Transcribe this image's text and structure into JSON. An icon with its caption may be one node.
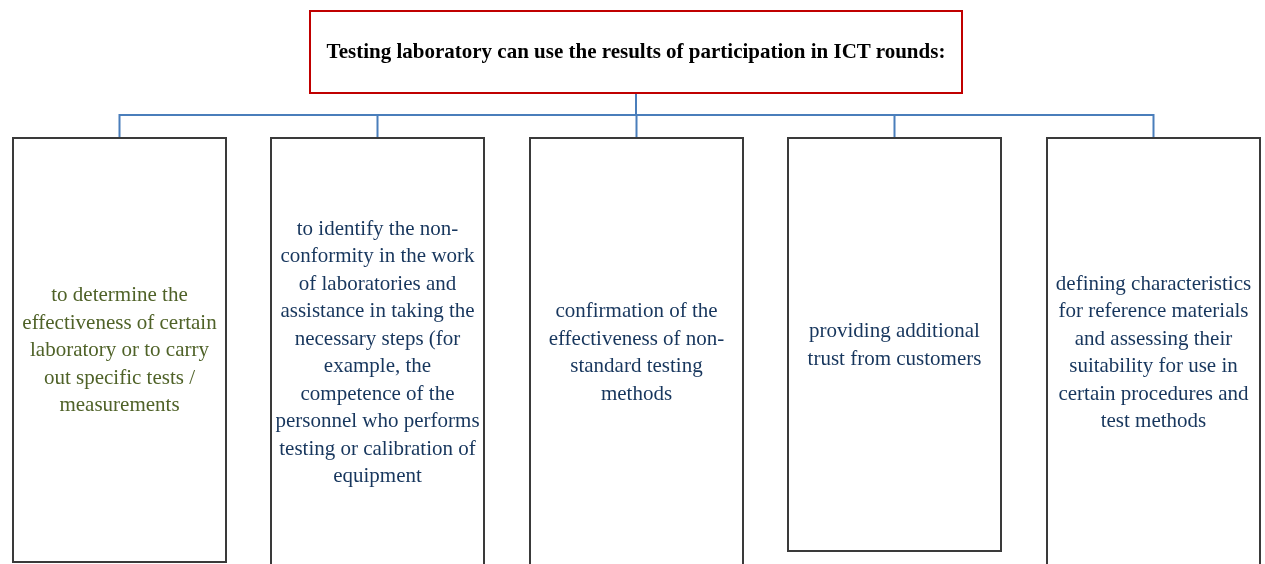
{
  "diagram": {
    "nodes": [
      {
        "text": [
          "Testing laboratory can use the  results of participation in ICT rounds:"
        ]
      },
      {
        "text": [
          "to determine the effectiveness of certain laboratory or to carry out specific tests / measurements"
        ]
      },
      {
        "text": [
          "to identify the non-conformity in the work of laboratories and assistance in taking the necessary steps (for example, the competence of the personnel who performs testing or calibration of equipment"
        ]
      },
      {
        "text": [
          "confirmation of the effectiveness of non-standard testing methods"
        ]
      },
      {
        "text": [
          "providing additional trust from customers"
        ]
      },
      {
        "text": [
          "defining characteristics for reference materials and assessing their suitability for use in certain procedures and test methods"
        ]
      }
    ],
    "edges": [
      {
        "from": 0,
        "to": 1,
        "arrow": "none"
      },
      {
        "from": 0,
        "to": 2,
        "arrow": "none"
      },
      {
        "from": 0,
        "to": 3,
        "arrow": "none"
      },
      {
        "from": 0,
        "to": 4,
        "arrow": "none"
      },
      {
        "from": 0,
        "to": 5,
        "arrow": "none"
      }
    ]
  }
}
